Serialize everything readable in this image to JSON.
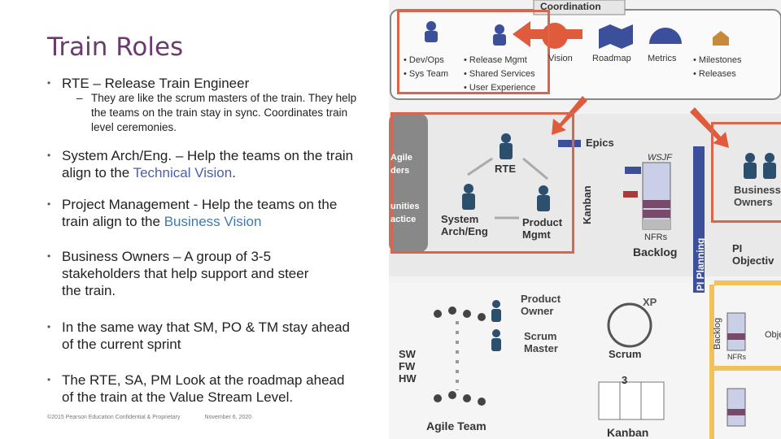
{
  "slide": {
    "title": "Train Roles",
    "bullets": [
      {
        "text": "RTE – Release Train Engineer"
      },
      {
        "text": "System Arch/Eng. – Help the teams on the train align to the ",
        "highlight": "Technical Vision",
        "tail": "."
      },
      {
        "text": "Project Management - Help the teams on the train align to the ",
        "highlight": "Business Vision",
        "tail": ""
      },
      {
        "text": "Business Owners – A group of 3-5 stakeholders that help support and steer the train."
      },
      {
        "text": "In the same way that SM, PO & TM stay ahead of the current sprint"
      },
      {
        "text": "The RTE, SA, PM  Look at the roadmap ahead of the train at the Value Stream Level."
      }
    ],
    "sub_bullet": "They are like the scrum masters of the train. They help the teams on the train stay in sync. Coordinates train level ceremonies.",
    "footer": {
      "copyright": "©2015 Pearson Education Confidential & Proprietary",
      "date": "November 6, 2020"
    }
  },
  "diagram": {
    "coordination": "Coordination",
    "top_list_1": [
      "• Dev/Ops",
      "• Sys Team"
    ],
    "top_list_2": [
      "• Release Mgmt",
      "• Shared Services",
      "• User Experience"
    ],
    "top_icons": [
      "Vision",
      "Roadmap",
      "Metrics"
    ],
    "top_list_3": [
      "• Milestones",
      "• Releases"
    ],
    "left_partial": [
      "Agile",
      "ders",
      "unities",
      "actice"
    ],
    "epics": "Epics",
    "wsjf": "WSJF",
    "kanban_vertical": "Kanban",
    "rte": "RTE",
    "system_arch": [
      "System",
      "Arch/Eng"
    ],
    "product_mgmt": [
      "Product",
      "Mgmt"
    ],
    "nfrs": "NFRs",
    "backlog": "Backlog",
    "pi_planning": "PI Planning",
    "business_owners": [
      "Business",
      "Owners"
    ],
    "pi_objectives": "PI Objectiv",
    "product_owner": [
      "Product",
      "Owner"
    ],
    "xp": "XP",
    "scrum_master": [
      "Scrum",
      "Master"
    ],
    "scrum": "Scrum",
    "sw_fw_hw": [
      "SW",
      "FW",
      "HW"
    ],
    "agile_team": "Agile Team",
    "kanban": "Kanban",
    "kanban_wip": "3",
    "backlog_small": "Backlog",
    "nfrs_small": "NFRs",
    "obj": "Obje",
    "colors": {
      "title": "#6b3a6e",
      "highlight": "#4a5eb0",
      "highlight_blue": "#3b7bb0",
      "red_box": "#d7664d"
    }
  }
}
